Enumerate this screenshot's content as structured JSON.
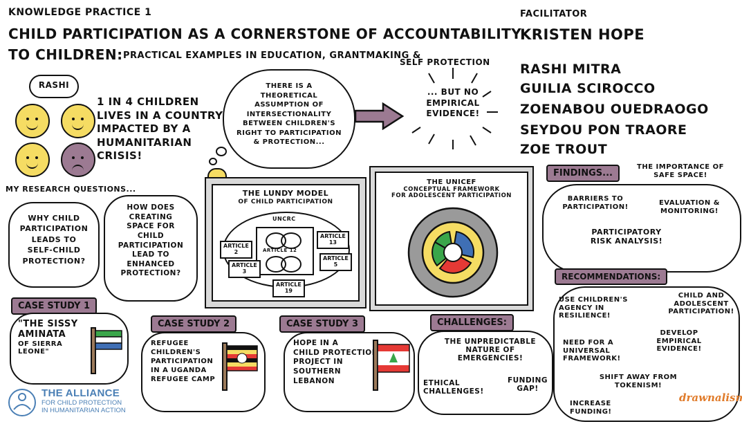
{
  "header": {
    "kicker": "Knowledge Practice 1",
    "title_line1": "Child Participation as a Cornerstone of Accountability",
    "title_line2": "to Children:",
    "title_line2b": "Practical Examples in Education, Grantmaking &",
    "title_line3": "Self Protection"
  },
  "facilitator": {
    "label": "Facilitator",
    "name": "Kristen Hope",
    "speakers": [
      "Rashi Mitra",
      "Guilia Scirocco",
      "Zoenabou Ouedraogo",
      "Seydou Pon Traore",
      "Zoe Trout"
    ]
  },
  "rashi": {
    "label": "Rashi",
    "stat_lines": [
      "1 in 4 children",
      "lives in a country",
      "impacted by a",
      "humanitarian",
      "crisis!"
    ]
  },
  "thought": {
    "lines": [
      "There is a",
      "theoretical",
      "assumption of",
      "intersectionality",
      "between children's",
      "right to participation",
      "& protection..."
    ]
  },
  "burst": {
    "lines": [
      "... but no",
      "empirical",
      "evidence!"
    ]
  },
  "research": {
    "label": "My research questions...",
    "q1": [
      "Why child",
      "participation",
      "leads to",
      "self-child",
      "protection?"
    ],
    "q2": [
      "How does",
      "creating",
      "space for",
      "child",
      "participation",
      "lead to",
      "enhanced",
      "protection?"
    ]
  },
  "lundy": {
    "title_line1": "The Lundy Model",
    "title_line2": "of Child Participation",
    "uncrc": "UNCRC",
    "articles": {
      "a2": [
        "Article",
        "2"
      ],
      "a3": [
        "Article",
        "3"
      ],
      "a12": "Article 12",
      "a13": [
        "Article",
        "13"
      ],
      "a5": [
        "Article",
        "5"
      ],
      "a19": [
        "Article",
        "19"
      ]
    }
  },
  "unicef": {
    "title_line1": "The UNICEF",
    "title_line2": "Conceptual Framework",
    "title_line3": "for Adolescent Participation"
  },
  "findings": {
    "label": "Findings...",
    "items": [
      "The importance of safe space!",
      "Barriers to participation!",
      "Evaluation & monitoring!",
      "Participatory risk analysis!"
    ]
  },
  "recommendations": {
    "label": "Recommendations:",
    "items": [
      "Use children's agency in resilience!",
      "Child and adolescent participation!",
      "Need for a universal framework!",
      "Develop empirical evidence!",
      "Shift away from tokenism!",
      "Increase funding!"
    ]
  },
  "cases": [
    {
      "label": "Case Study 1",
      "lines": [
        "\"The Sissy",
        "Aminata",
        "of Sierra",
        "Leone\""
      ]
    },
    {
      "label": "Case Study 2",
      "lines": [
        "Refugee",
        "children's",
        "participation",
        "in a Uganda",
        "refugee camp"
      ]
    },
    {
      "label": "Case Study 3",
      "lines": [
        "Hope in a",
        "child protection",
        "project in",
        "southern",
        "Lebanon"
      ]
    }
  ],
  "challenges": {
    "label": "Challenges:",
    "items": [
      "The unpredictable nature of emergencies!",
      "Ethical challenges!",
      "Funding gap!"
    ]
  },
  "logo": {
    "line1": "THE ALLIANCE",
    "line2": "FOR CHILD PROTECTION",
    "line3": "IN HUMANITARIAN ACTION"
  },
  "signature": "drawnalism",
  "colors": {
    "accent_purple": "#9c7a92",
    "face_yellow": "#f5dc63",
    "frame_gray": "#d9d9d9",
    "unicef_red": "#e53935",
    "unicef_blue": "#3f6fb5",
    "unicef_green": "#3aa64a",
    "logo_blue": "#4a7fb5"
  }
}
